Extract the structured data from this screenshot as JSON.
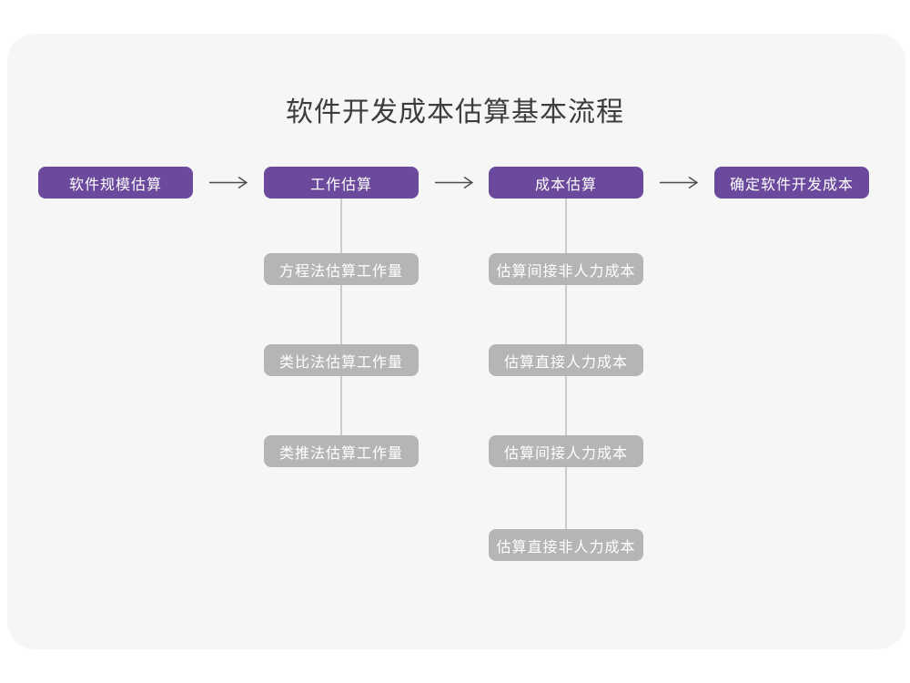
{
  "title": "软件开发成本估算基本流程",
  "colors": {
    "canvas_background": "#f6f6f7",
    "main_node": "#6b499c",
    "sub_node": "#b5b5b5",
    "connector_line": "#cccccc",
    "arrow": "#4d4d4d",
    "title_text": "#3d3d3d",
    "node_text": "#ffffff"
  },
  "flow": {
    "main_nodes": [
      {
        "label": "软件规模估算"
      },
      {
        "label": "工作估算"
      },
      {
        "label": "成本估算"
      },
      {
        "label": "确定软件开发成本"
      }
    ],
    "work_estimation_methods": [
      {
        "label": "方程法估算工作量"
      },
      {
        "label": "类比法估算工作量"
      },
      {
        "label": "类推法估算工作量"
      }
    ],
    "cost_estimation_steps": [
      {
        "label": "估算间接非人力成本"
      },
      {
        "label": "估算直接人力成本"
      },
      {
        "label": "估算间接人力成本"
      },
      {
        "label": "估算直接非人力成本"
      }
    ]
  }
}
